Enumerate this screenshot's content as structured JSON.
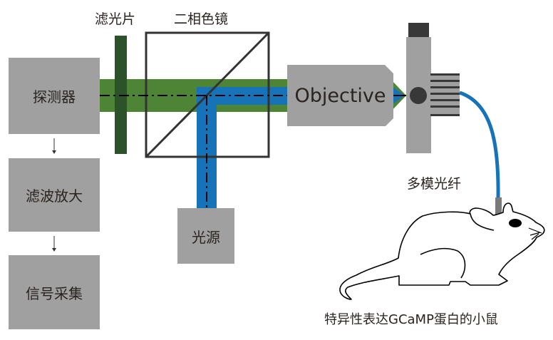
{
  "blocks": {
    "detector": "探测器",
    "filter_amp": "滤波放大",
    "acquisition": "信号采集",
    "light_source": "光源",
    "objective": "Objective"
  },
  "labels": {
    "filter": "滤光片",
    "dichroic": "二相色镜",
    "fiber": "多模光纤",
    "mouse": "特异性表达GCaMP蛋白的小鼠"
  },
  "colors": {
    "emission_beam": "#4e8436",
    "excitation_beam": "#1673b8",
    "filter": "#2c5229",
    "block": "#a0a0a0"
  }
}
